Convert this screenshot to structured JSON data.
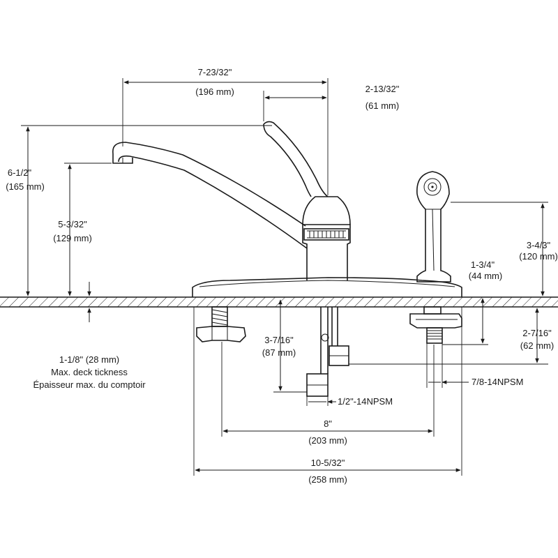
{
  "dimensions": {
    "spout_reach": {
      "imperial": "7-23/32\"",
      "metric": "(196 mm)"
    },
    "handle_offset": {
      "imperial": "2-13/32\"",
      "metric": "(61 mm)"
    },
    "overall_height": {
      "imperial": "6-1/2\"",
      "metric": "(165 mm)"
    },
    "spout_height": {
      "imperial": "5-3/32\"",
      "metric": "(129 mm)"
    },
    "spray_height": {
      "imperial": "3-4/3\"",
      "metric": "(120 mm)"
    },
    "spray_base": {
      "imperial": "1-3/4\"",
      "metric": "(44 mm)"
    },
    "spray_shank": {
      "imperial": "2-7/16\"",
      "metric": "(62 mm)"
    },
    "deck_thickness": {
      "imperial": "1-1/8\" (28 mm)",
      "label_en": "Max. deck tickness",
      "label_fr": "Épaisseur max. du comptoir"
    },
    "supply_length": {
      "imperial": "3-7/16\"",
      "metric": "(87 mm)"
    },
    "supply_thread": {
      "text": "1/2\"-14NPSM"
    },
    "spray_thread": {
      "text": "7/8-14NPSM"
    },
    "center_spread": {
      "imperial": "8\"",
      "metric": "(203 mm)"
    },
    "overall_width": {
      "imperial": "10-5/32\"",
      "metric": "(258 mm)"
    }
  },
  "colors": {
    "ink": "#1a1a1a",
    "background": "#ffffff"
  }
}
